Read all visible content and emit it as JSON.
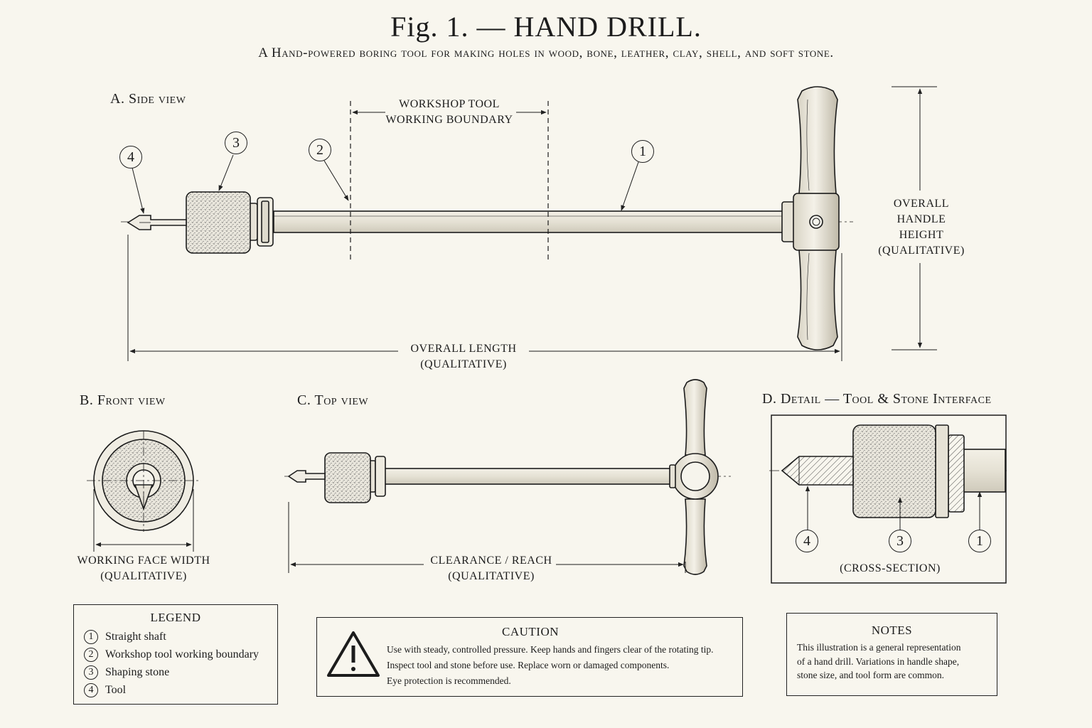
{
  "title": "Fig. 1. — HAND DRILL.",
  "subtitle": "A Hand-powered boring tool for making holes in wood, bone, leather, clay, shell, and soft stone.",
  "views": {
    "side": "A. Side view",
    "front": "B. Front view",
    "top": "C. Top view",
    "detail": "D. Detail — Tool & Stone Interface"
  },
  "dimensions": {
    "boundary_line1": "WORKSHOP TOOL",
    "boundary_line2": "WORKING BOUNDARY",
    "handle_line1": "OVERALL",
    "handle_line2": "HANDLE",
    "handle_line3": "HEIGHT",
    "handle_line4": "(QUALITATIVE)",
    "length_line1": "OVERALL LENGTH",
    "length_line2": "(QUALITATIVE)",
    "face_line1": "WORKING FACE WIDTH",
    "face_line2": "(QUALITATIVE)",
    "reach_line1": "CLEARANCE / REACH",
    "reach_line2": "(QUALITATIVE)",
    "cross_section": "(CROSS-SECTION)"
  },
  "callouts": {
    "c1": "1",
    "c2": "2",
    "c3": "3",
    "c4": "4"
  },
  "legend": {
    "title": "LEGEND",
    "items": [
      {
        "num": "1",
        "label": "Straight shaft"
      },
      {
        "num": "2",
        "label": "Workshop tool working boundary"
      },
      {
        "num": "3",
        "label": "Shaping stone"
      },
      {
        "num": "4",
        "label": "Tool"
      }
    ]
  },
  "caution": {
    "title": "CAUTION",
    "line1": "Use with steady, controlled pressure. Keep hands and fingers clear of the rotating tip.",
    "line2": "Inspect tool and stone before use. Replace worn or damaged components.",
    "line3": "Eye protection is recommended.",
    "icon": "warning-triangle-icon"
  },
  "notes": {
    "title": "NOTES",
    "line1": "This illustration is a general representation",
    "line2": "of a hand drill. Variations in handle shape,",
    "line3": "stone size, and tool form are common."
  }
}
